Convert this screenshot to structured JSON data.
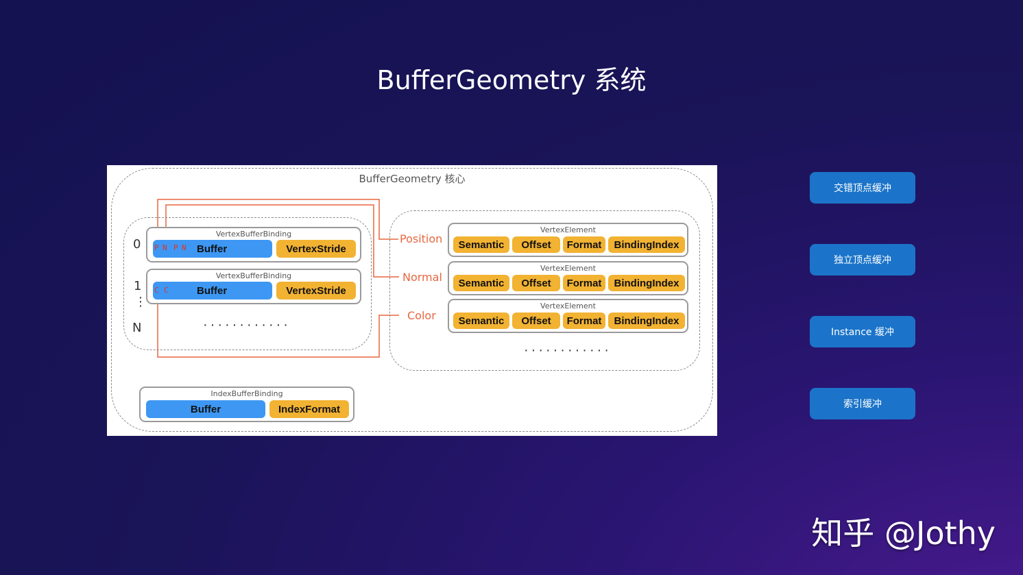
{
  "slide": {
    "title": "BufferGeometry 系统"
  },
  "core": {
    "title": "BufferGeometry 核心"
  },
  "vertex_buffer_bindings": {
    "label": "VertexBufferBinding",
    "buffer_label": "Buffer",
    "stride_label": "VertexStride",
    "index_0": "0",
    "index_1": "1",
    "index_n": "N",
    "vdots": "⋮",
    "ellipsis": "············",
    "row0_attrs": [
      "P",
      "N",
      "P",
      "N"
    ],
    "row1_attrs": [
      "C",
      "C"
    ]
  },
  "index_buffer_binding": {
    "label": "IndexBufferBinding",
    "buffer_label": "Buffer",
    "format_label": "IndexFormat"
  },
  "vertex_elements": {
    "label": "VertexElement",
    "fields": [
      "Semantic",
      "Offset",
      "Format",
      "BindingIndex"
    ],
    "semantics": [
      "Position",
      "Normal",
      "Color"
    ],
    "ellipsis": "············"
  },
  "side_buttons": [
    "交错顶点缓冲",
    "独立顶点缓冲",
    "Instance 缓冲",
    "索引缓冲"
  ],
  "watermark": "知乎 @Jothy",
  "colors": {
    "blue": "#3d97f3",
    "orange": "#f2b232",
    "connector": "#e8673f",
    "side_button": "#1b74c9"
  }
}
